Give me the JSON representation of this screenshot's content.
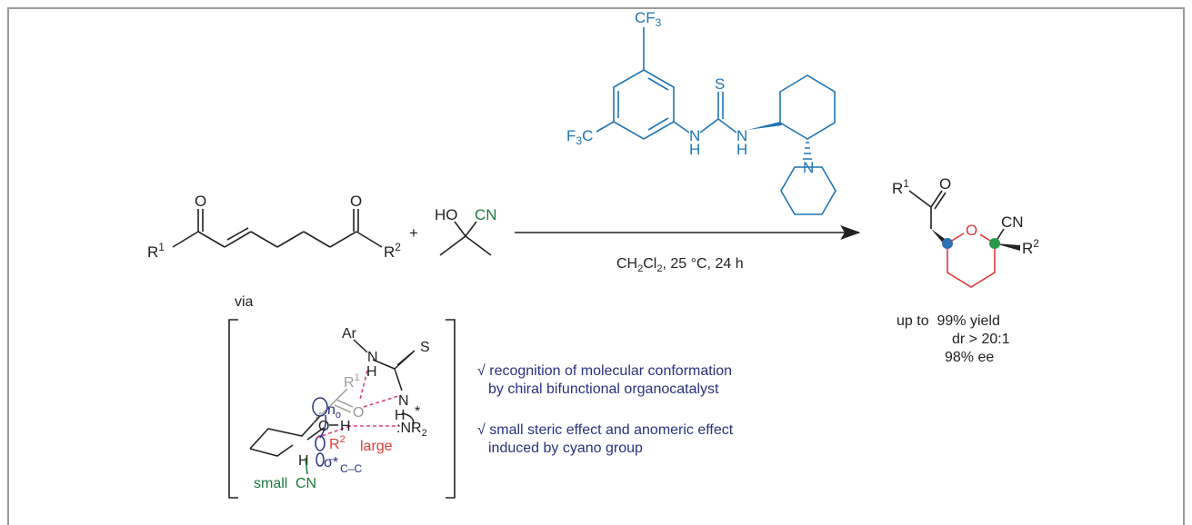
{
  "catalyst": {
    "cf3_top": "CF",
    "cf3_top_sub": "3",
    "cf3_left": "F",
    "cf3_left_sub": "3",
    "cf3_left_c": "C",
    "thio_s": "S",
    "nh_left_n": "N",
    "nh_left_h": "H",
    "nh_right_n": "N",
    "nh_right_h": "H",
    "pip_n": "N"
  },
  "reactant1": {
    "o_left": "O",
    "o_right": "O",
    "r1": "R",
    "r1_sup": "1",
    "r2": "R",
    "r2_sup": "2"
  },
  "plus": "+",
  "reactant2": {
    "ho": "HO",
    "cn": "CN"
  },
  "conditions": {
    "solvent": "CH",
    "solvent_sub": "2",
    "solvent_cl": "Cl",
    "solvent_sub2": "2",
    "rest": ", 25 °C, 24 h"
  },
  "product": {
    "r1": "R",
    "r1_sup": "1",
    "o_ketone": "O",
    "o_ring": "O",
    "cn": "CN",
    "r2": "R",
    "r2_sup": "2"
  },
  "results": {
    "line1_prefix": "up to",
    "line1": "99% yield",
    "line2": "dr > 20:1",
    "line3": "98% ee"
  },
  "ts": {
    "via": "via",
    "ar": "Ar",
    "n1": "N",
    "h1": "H",
    "s": "S",
    "n2": "N",
    "h2": "H",
    "star": "*",
    "r1": "R",
    "r1_sup": "1",
    "o_carbonyl": "O",
    "n_o": "n",
    "n_o_sub": "o",
    "oh_o": "O",
    "oh_h": "H",
    "nr2": ":NR",
    "nr2_sub": "2",
    "r2": "R",
    "r2_sup": "2",
    "large": "large",
    "h_ax": "H",
    "sigma": "σ*",
    "sigma_sub": "C–C",
    "small": "small",
    "cn": "CN"
  },
  "notes": [
    {
      "mark": "√",
      "line1": "recognition of molecular conformation",
      "line2": "by chiral bifunctional organocatalyst"
    },
    {
      "mark": "√",
      "line1": "small steric effect and anomeric effect",
      "line2": "induced by cyano group"
    }
  ],
  "colors": {
    "catalyst_blue": "#1f74b5",
    "green": "#1e7a3c",
    "red": "#e03a3a",
    "pink_dash": "#d9457a",
    "navy": "#2a3280",
    "gray": "#9a9a9a"
  }
}
